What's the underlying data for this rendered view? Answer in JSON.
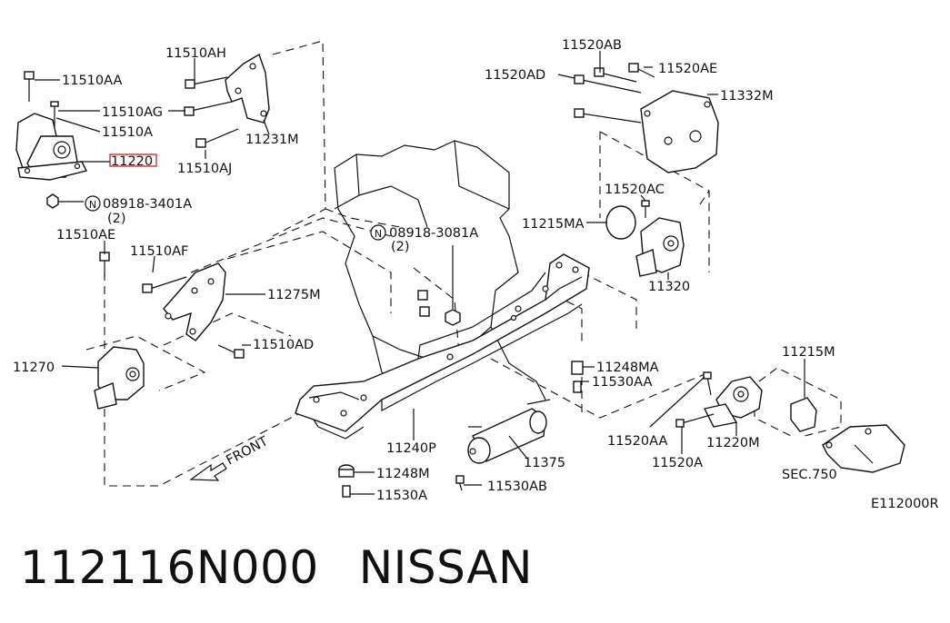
{
  "caption": {
    "part_number": "112116N000",
    "brand": "NISSAN"
  },
  "highlight_color": "#e53935",
  "labels": {
    "p11510AA": "11510AA",
    "p11510AH": "11510AH",
    "p11510AG": "11510AG",
    "p11510A": "11510A",
    "p11220": "11220",
    "p11231M": "11231M",
    "p11510AJ": "11510AJ",
    "nut1": "08918-3401A",
    "nut1_qty": "(2)",
    "p11510AE": "11510AE",
    "p11510AF": "11510AF",
    "p11275M": "11275M",
    "p11270": "11270",
    "p11510AD": "11510AD",
    "nut2": "08918-3081A",
    "nut2_qty": "(2)",
    "p11520AB": "11520AB",
    "p11520AD": "11520AD",
    "p11520AE": "11520AE",
    "p11332M": "11332M",
    "p11520AC": "11520AC",
    "p11215MA": "11215MA",
    "p11320": "11320",
    "p11248MA": "11248MA",
    "p11530AA": "11530AA",
    "p11215M": "11215M",
    "p11520AA": "11520AA",
    "p11220M": "11220M",
    "p11520A": "11520A",
    "sec750": "SEC.750",
    "p11240P": "11240P",
    "p11375": "11375",
    "p11248M": "11248M",
    "p11530A": "11530A",
    "p11530AB": "11530AB",
    "front": "FRONT",
    "ref": "E112000R",
    "n_symbol": "N"
  }
}
